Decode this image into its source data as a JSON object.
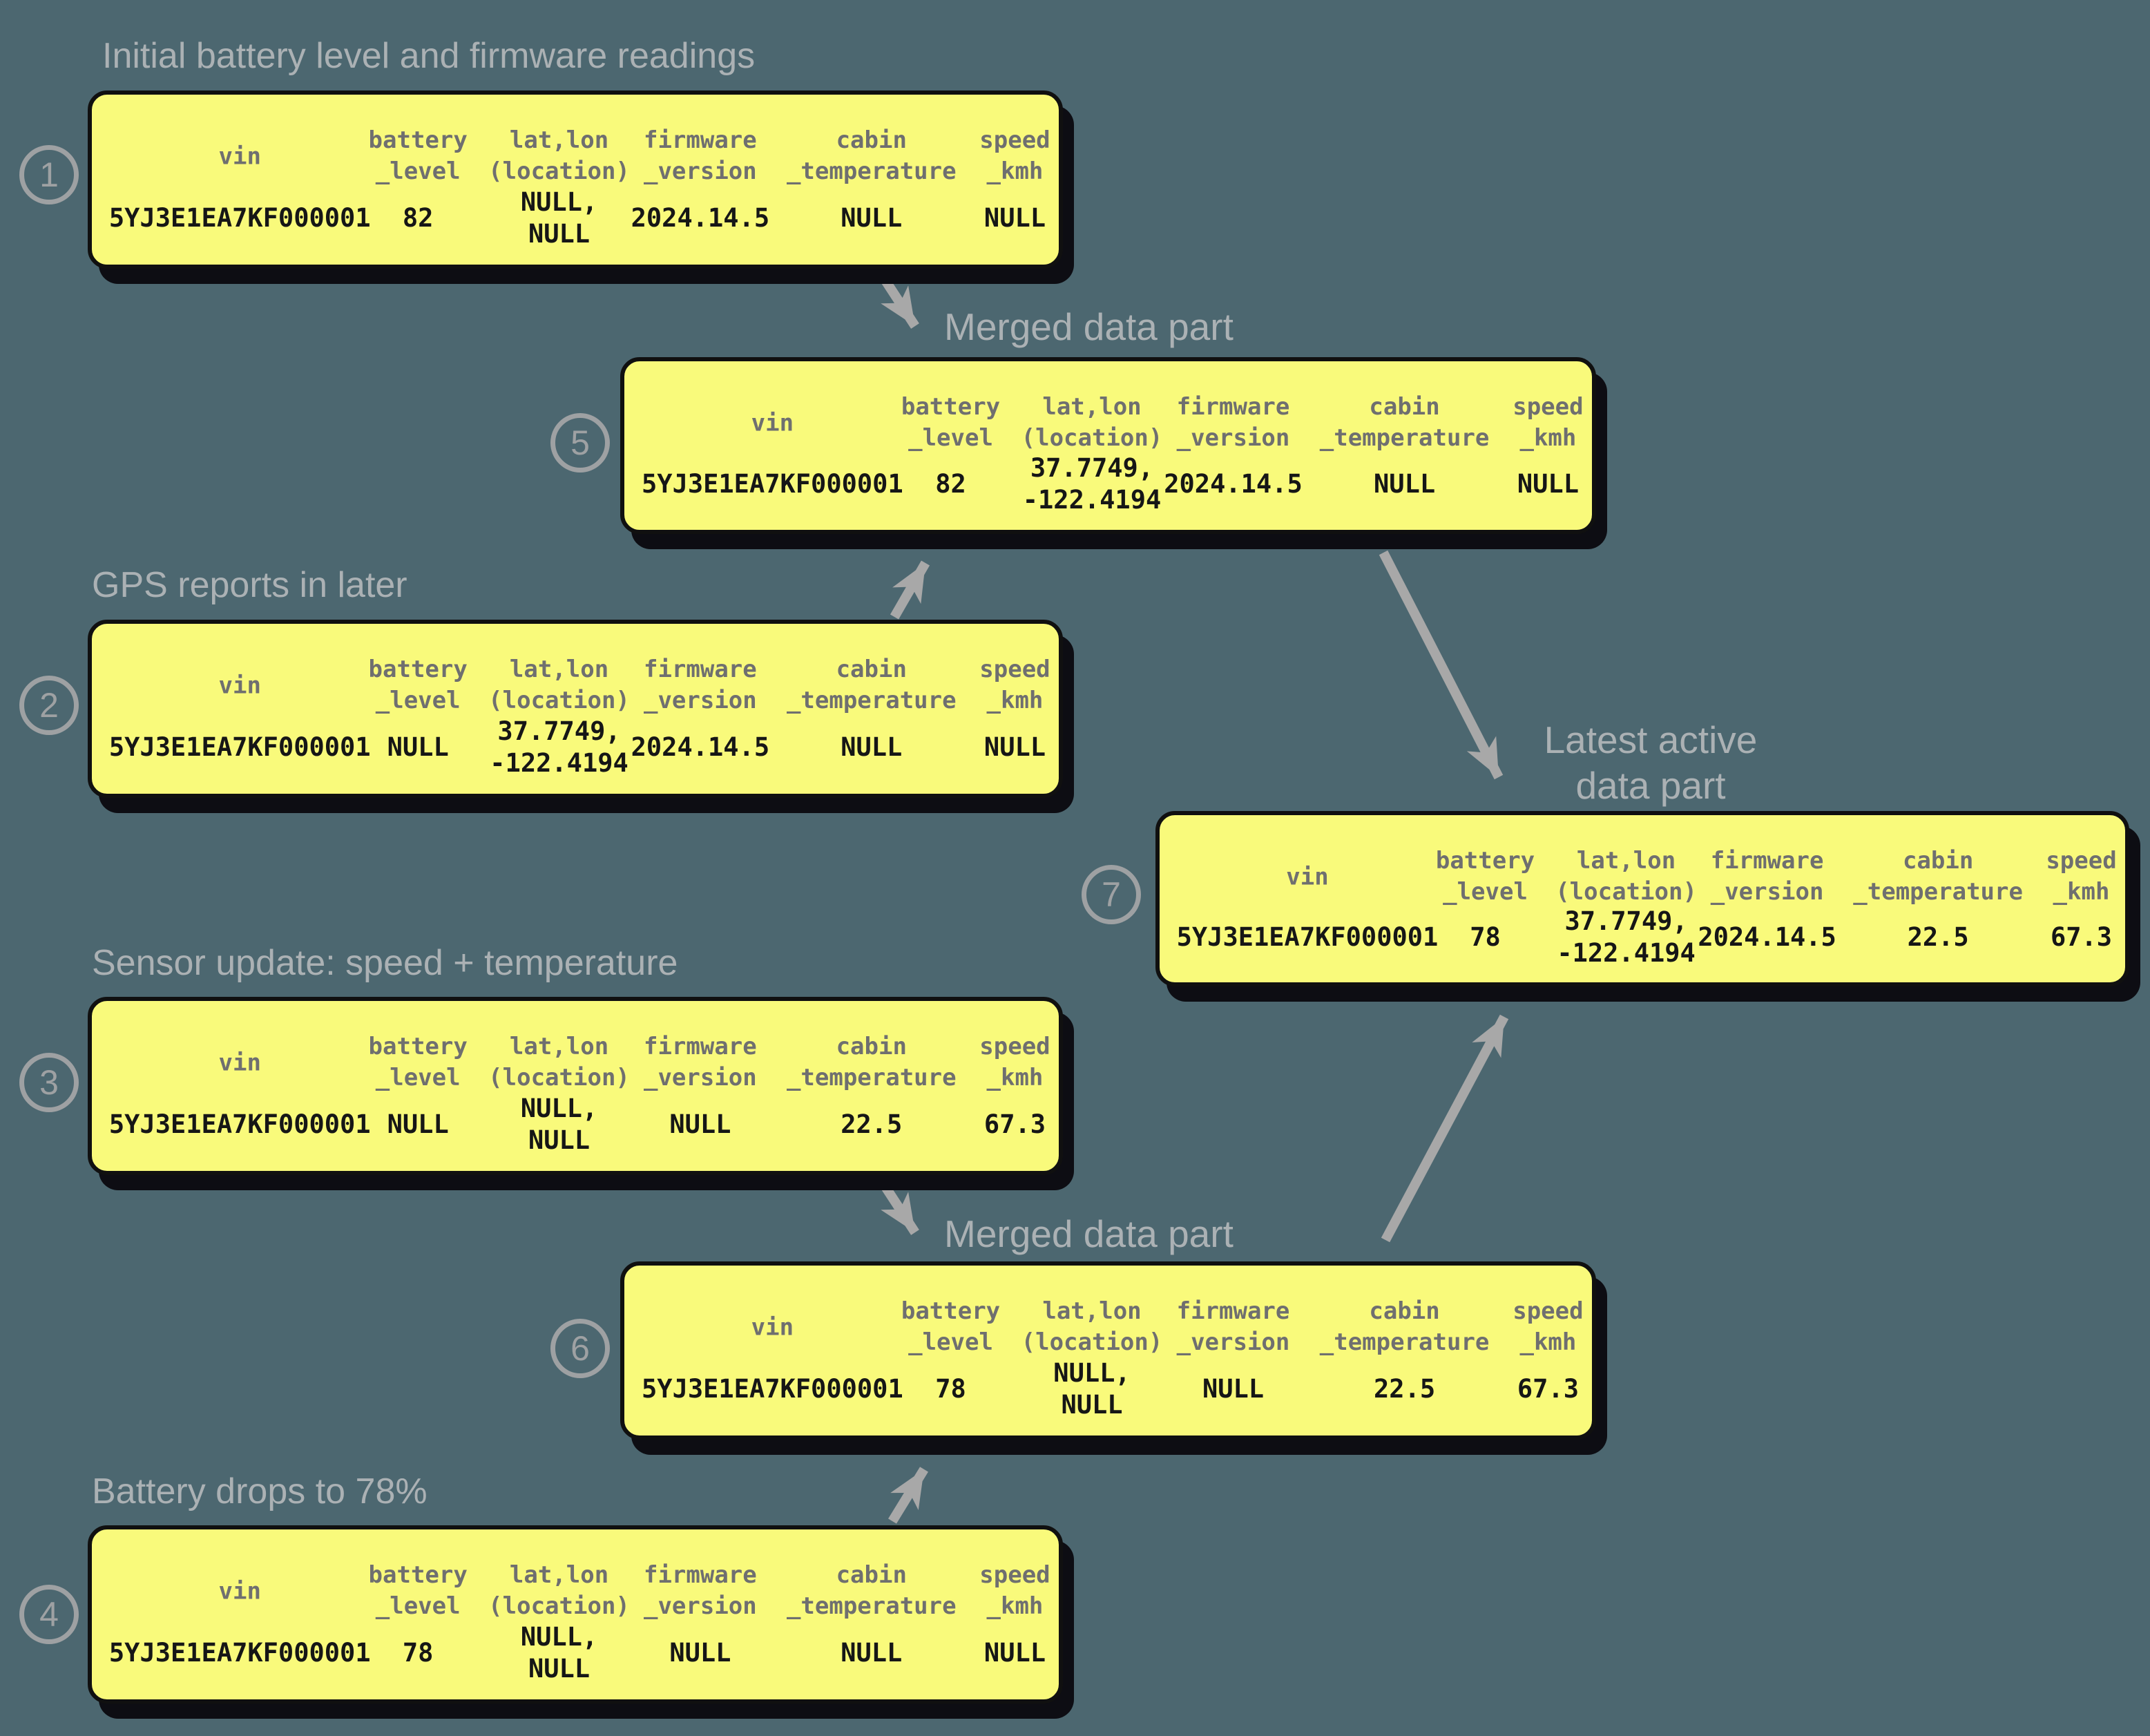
{
  "colors": {
    "background": "#4c6770",
    "card_fill": "#f9fa7b",
    "card_border": "#101010",
    "header_text": "#6f6f6f",
    "data_text": "#161616",
    "muted_text": "#abb1b4",
    "connector": "#a8a8a8"
  },
  "headers": [
    {
      "l1": "vin",
      "l2": ""
    },
    {
      "l1": "battery",
      "l2": "_level"
    },
    {
      "l1": "lat,lon",
      "l2": "(location)"
    },
    {
      "l1": "firmware",
      "l2": "_version"
    },
    {
      "l1": "cabin",
      "l2": "_temperature"
    },
    {
      "l1": "speed",
      "l2": "_kmh"
    }
  ],
  "cards": [
    {
      "number": "1",
      "title": "Initial battery level and firmware readings",
      "row": [
        "5YJ3E1EA7KF000001",
        "82",
        "NULL,\nNULL",
        "2024.14.5",
        "NULL",
        "NULL"
      ]
    },
    {
      "number": "2",
      "title": "GPS reports in later",
      "row": [
        "5YJ3E1EA7KF000001",
        "NULL",
        "37.7749,\n-122.4194",
        "2024.14.5",
        "NULL",
        "NULL"
      ]
    },
    {
      "number": "3",
      "title": "Sensor update: speed + temperature",
      "row": [
        "5YJ3E1EA7KF000001",
        "NULL",
        "NULL,\nNULL",
        "NULL",
        "22.5",
        "67.3"
      ]
    },
    {
      "number": "4",
      "title": "Battery drops to 78%",
      "row": [
        "5YJ3E1EA7KF000001",
        "78",
        "NULL,\nNULL",
        "NULL",
        "NULL",
        "NULL"
      ]
    },
    {
      "number": "5",
      "title": "Merged data part",
      "row": [
        "5YJ3E1EA7KF000001",
        "82",
        "37.7749,\n-122.4194",
        "2024.14.5",
        "NULL",
        "NULL"
      ]
    },
    {
      "number": "6",
      "title": "Merged data part",
      "row": [
        "5YJ3E1EA7KF000001",
        "78",
        "NULL,\nNULL",
        "NULL",
        "22.5",
        "67.3"
      ]
    },
    {
      "number": "7",
      "title": "Latest active\ndata part",
      "row": [
        "5YJ3E1EA7KF000001",
        "78",
        "37.7749,\n-122.4194",
        "2024.14.5",
        "22.5",
        "67.3"
      ]
    }
  ]
}
